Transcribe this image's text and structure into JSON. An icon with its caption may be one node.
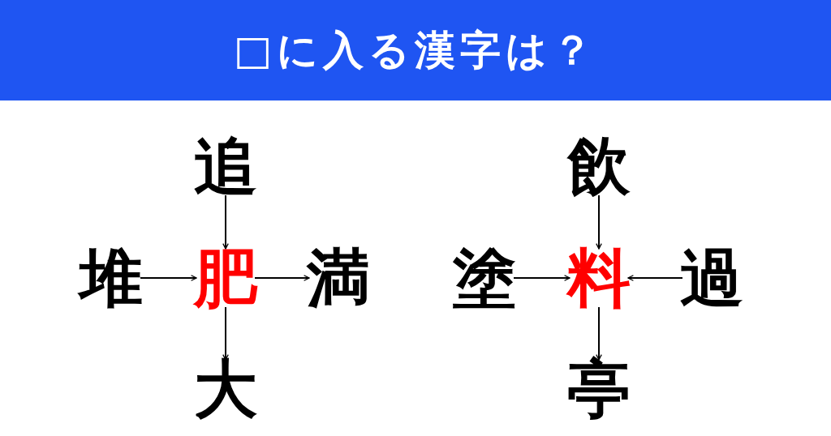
{
  "diagram": {
    "title": "□に入る漢字は？",
    "nodes": [
      {
        "text": [
          "追"
        ]
      },
      {
        "text": [
          "堆"
        ]
      },
      {
        "text": [
          "肥"
        ]
      },
      {
        "text": [
          "満"
        ]
      },
      {
        "text": [
          "大"
        ]
      },
      {
        "text": [
          "飲"
        ]
      },
      {
        "text": [
          "塗"
        ]
      },
      {
        "text": [
          "料"
        ]
      },
      {
        "text": [
          "過"
        ]
      },
      {
        "text": [
          "亭"
        ]
      }
    ],
    "edges": [
      {
        "from": 0,
        "to": 2,
        "arrow": "to"
      },
      {
        "from": 1,
        "to": 2,
        "arrow": "to"
      },
      {
        "from": 2,
        "to": 3,
        "arrow": "to"
      },
      {
        "from": 2,
        "to": 4,
        "arrow": "to"
      },
      {
        "from": 5,
        "to": 7,
        "arrow": "to"
      },
      {
        "from": 6,
        "to": 7,
        "arrow": "to"
      },
      {
        "from": 8,
        "to": 7,
        "arrow": "to"
      },
      {
        "from": 7,
        "to": 9,
        "arrow": "to"
      }
    ]
  }
}
